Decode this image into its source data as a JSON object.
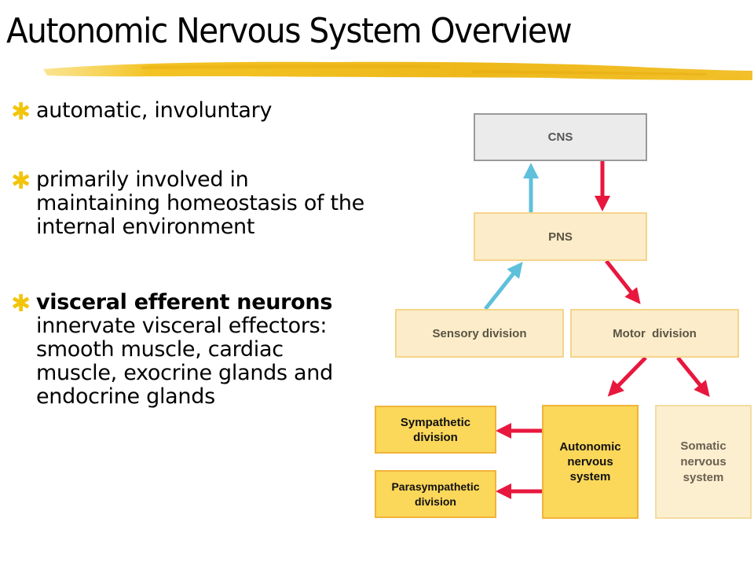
{
  "slide": {
    "title": "Autonomic Nervous System Overview",
    "accent_color": "#f2c40a",
    "bullet_icon": "asterisk-icon",
    "bullets": [
      {
        "text": "automatic, involuntary"
      },
      {
        "text": "primarily involved in maintaining homeostasis of the internal environment"
      },
      {
        "bold": "visceral efferent neurons",
        "text": " innervate visceral effectors: smooth muscle, cardiac muscle, exocrine glands and endocrine glands"
      }
    ]
  },
  "diagram": {
    "nodes": {
      "cns": "CNS",
      "pns": "PNS",
      "sensory": "Sensory division",
      "motor": "Motor  division",
      "sympathetic": "Sympathetic division",
      "parasympathetic": "Parasympathetic division",
      "autonomic": "Autonomic nervous system",
      "somatic": "Somatic nervous system"
    },
    "edges": [
      {
        "from": "pns",
        "to": "cns",
        "color": "#5fc0dc"
      },
      {
        "from": "cns",
        "to": "pns",
        "color": "#e8173e"
      },
      {
        "from": "sensory",
        "to": "pns",
        "color": "#5fc0dc"
      },
      {
        "from": "pns",
        "to": "motor",
        "color": "#e8173e"
      },
      {
        "from": "motor",
        "to": "autonomic",
        "color": "#e8173e"
      },
      {
        "from": "motor",
        "to": "somatic",
        "color": "#e8173e"
      },
      {
        "from": "autonomic",
        "to": "sympathetic",
        "color": "#e8173e"
      },
      {
        "from": "autonomic",
        "to": "parasympathetic",
        "color": "#e8173e"
      }
    ]
  }
}
